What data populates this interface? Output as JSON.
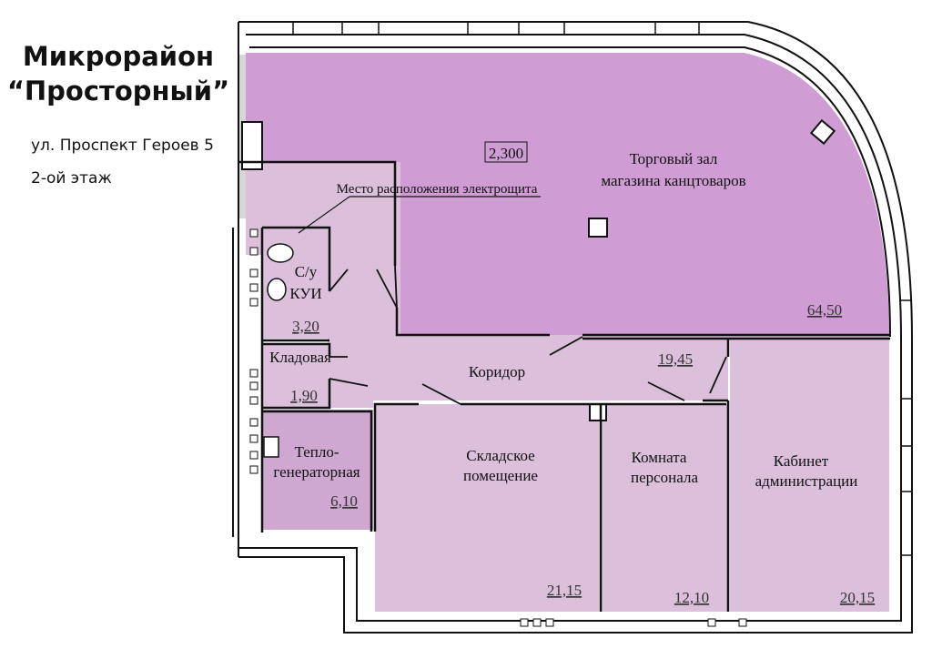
{
  "title": {
    "line1": "Микрорайон",
    "line2": "“Просторный”"
  },
  "address": "ул. Проспект Героев 5",
  "floor": "2-ой этаж",
  "colors": {
    "shop": "#cf9dd3",
    "rooms": "#dbbfdb",
    "techroom": "#cfa8d2",
    "wall": "#111111"
  },
  "plan": {
    "ceiling_height": "2,300",
    "panel_note": "Место расположения электрощита",
    "rooms": {
      "shop": {
        "name1": "Торговый зал",
        "name2": "магазина канцтоваров",
        "area": "64,50"
      },
      "wc": {
        "name1": "С/у",
        "name2": "КУИ",
        "area": "3,20"
      },
      "pantry": {
        "name": "Кладовая",
        "area": "1,90"
      },
      "corridor": {
        "name": "Коридор",
        "area": "19,45"
      },
      "boiler": {
        "name1": "Тепло-",
        "name2": "генераторная",
        "area": "6,10"
      },
      "storage": {
        "name1": "Складское",
        "name2": "помещение",
        "area": "21,15"
      },
      "staff": {
        "name1": "Комната",
        "name2": "персонала",
        "area": "12,10"
      },
      "office": {
        "name1": "Кабинет",
        "name2": "администрации",
        "area": "20,15"
      }
    }
  }
}
